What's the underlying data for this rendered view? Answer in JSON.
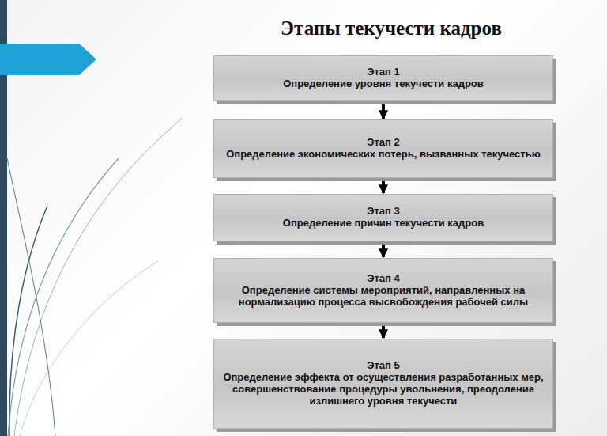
{
  "diagram": {
    "title": "Этапы текучести кадров",
    "nodes": [
      {
        "text": [
          "Этап 1",
          "Определение уровня текучести кадров"
        ]
      },
      {
        "text": [
          "Этап 2",
          "Определение экономических потерь, вызванных текучестью"
        ]
      },
      {
        "text": [
          "Этап 3",
          "Определение причин текучести кадров"
        ]
      },
      {
        "text": [
          "Этап 4",
          "Определение системы мероприятий, направленных на нормализацию процесса высвобождения рабочей силы"
        ]
      },
      {
        "text": [
          "Этап 5",
          "Определение эффекта от осуществления разработанных мер, совершенствование процедуры увольнения, преодоление излишнего уровня текучести"
        ]
      }
    ],
    "edges": [
      {
        "from": 0,
        "to": 1,
        "arrow": "to"
      },
      {
        "from": 1,
        "to": 2,
        "arrow": "to"
      },
      {
        "from": 2,
        "to": 3,
        "arrow": "to"
      },
      {
        "from": 3,
        "to": 4,
        "arrow": "to"
      }
    ]
  }
}
